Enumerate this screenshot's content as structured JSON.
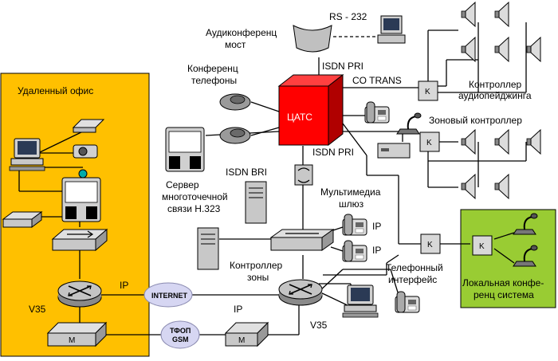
{
  "colors": {
    "remote_office": "#FFC000",
    "local_conf": "#99CC33",
    "pbx": "#FF0000",
    "pbx_side": "#B00000",
    "cloud": "#D6D6F2",
    "line": "#000000",
    "device": "#C8C8C8"
  },
  "labels": {
    "remote_office": "Удаленный офис",
    "rs232": "RS - 232",
    "audio_bridge_1": "Аудиконференц",
    "audio_bridge_2": "мост",
    "isdn_pri_top": "ISDN PRI",
    "co_trans": "CO TRANS",
    "conf_phones_1": "Конференц",
    "conf_phones_2": "телефоны",
    "pbx": "ЦАТС",
    "paging_ctrl_1": "Контроллер",
    "paging_ctrl_2": "аудиопейджинга",
    "zone_ctrl_top": "Зоновый контроллер",
    "isdn_pri_mid": "ISDN PRI",
    "isdn_bri": "ISDN BRI",
    "mcu_1": "Сервер",
    "mcu_2": "многоточечной",
    "mcu_3": "связи Н.323",
    "gateway_1": "Мультимедиа",
    "gateway_2": "шлюз",
    "ip_phone_1": "IP",
    "ip_phone_2": "IP",
    "zone_ctrl_1": "Контроллер",
    "zone_ctrl_2": "зоны",
    "tel_if_1": "Телефонный",
    "tel_if_2": "интерфейс",
    "local_conf_1": "Локальная конфе-",
    "local_conf_2": "ренц система",
    "ip_left": "IP",
    "v35_left": "V35",
    "internet": "INTERNET",
    "ip_bottom": "IP",
    "pstn_1": "ТФОП",
    "pstn_2": "GSM",
    "v35_bottom": "V35",
    "k": "K",
    "m": "M"
  }
}
